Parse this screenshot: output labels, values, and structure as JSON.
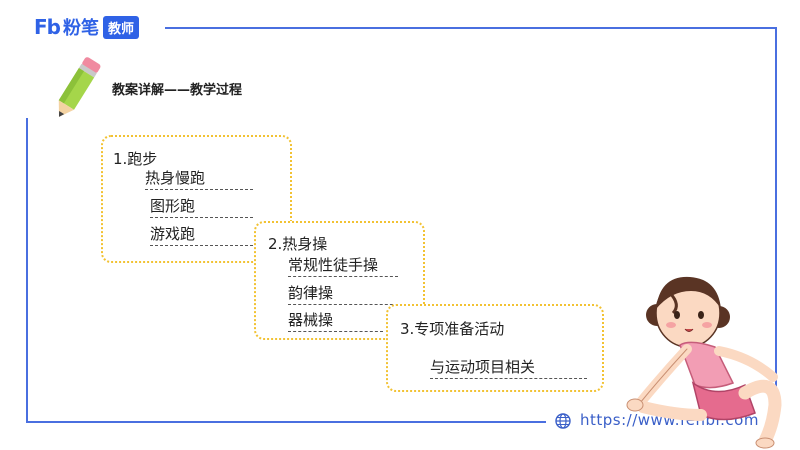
{
  "brand": {
    "logo_mark": "Fb",
    "name": "粉笔",
    "badge": "教师"
  },
  "section_title": "教案详解——教学过程",
  "steps": [
    {
      "heading": "1.跑步",
      "items": [
        "热身慢跑",
        "图形跑",
        "游戏跑"
      ]
    },
    {
      "heading": "2.热身操",
      "items": [
        "常规性徒手操",
        "韵律操",
        "器械操"
      ]
    },
    {
      "heading": "3.专项准备活动",
      "items": [
        "与运动项目相关"
      ]
    }
  ],
  "footer": {
    "url": "https://www.fenbi.com"
  },
  "colors": {
    "accent": "#2f62e6",
    "frame": "#4a6fe0",
    "box_border": "#f2c233"
  }
}
